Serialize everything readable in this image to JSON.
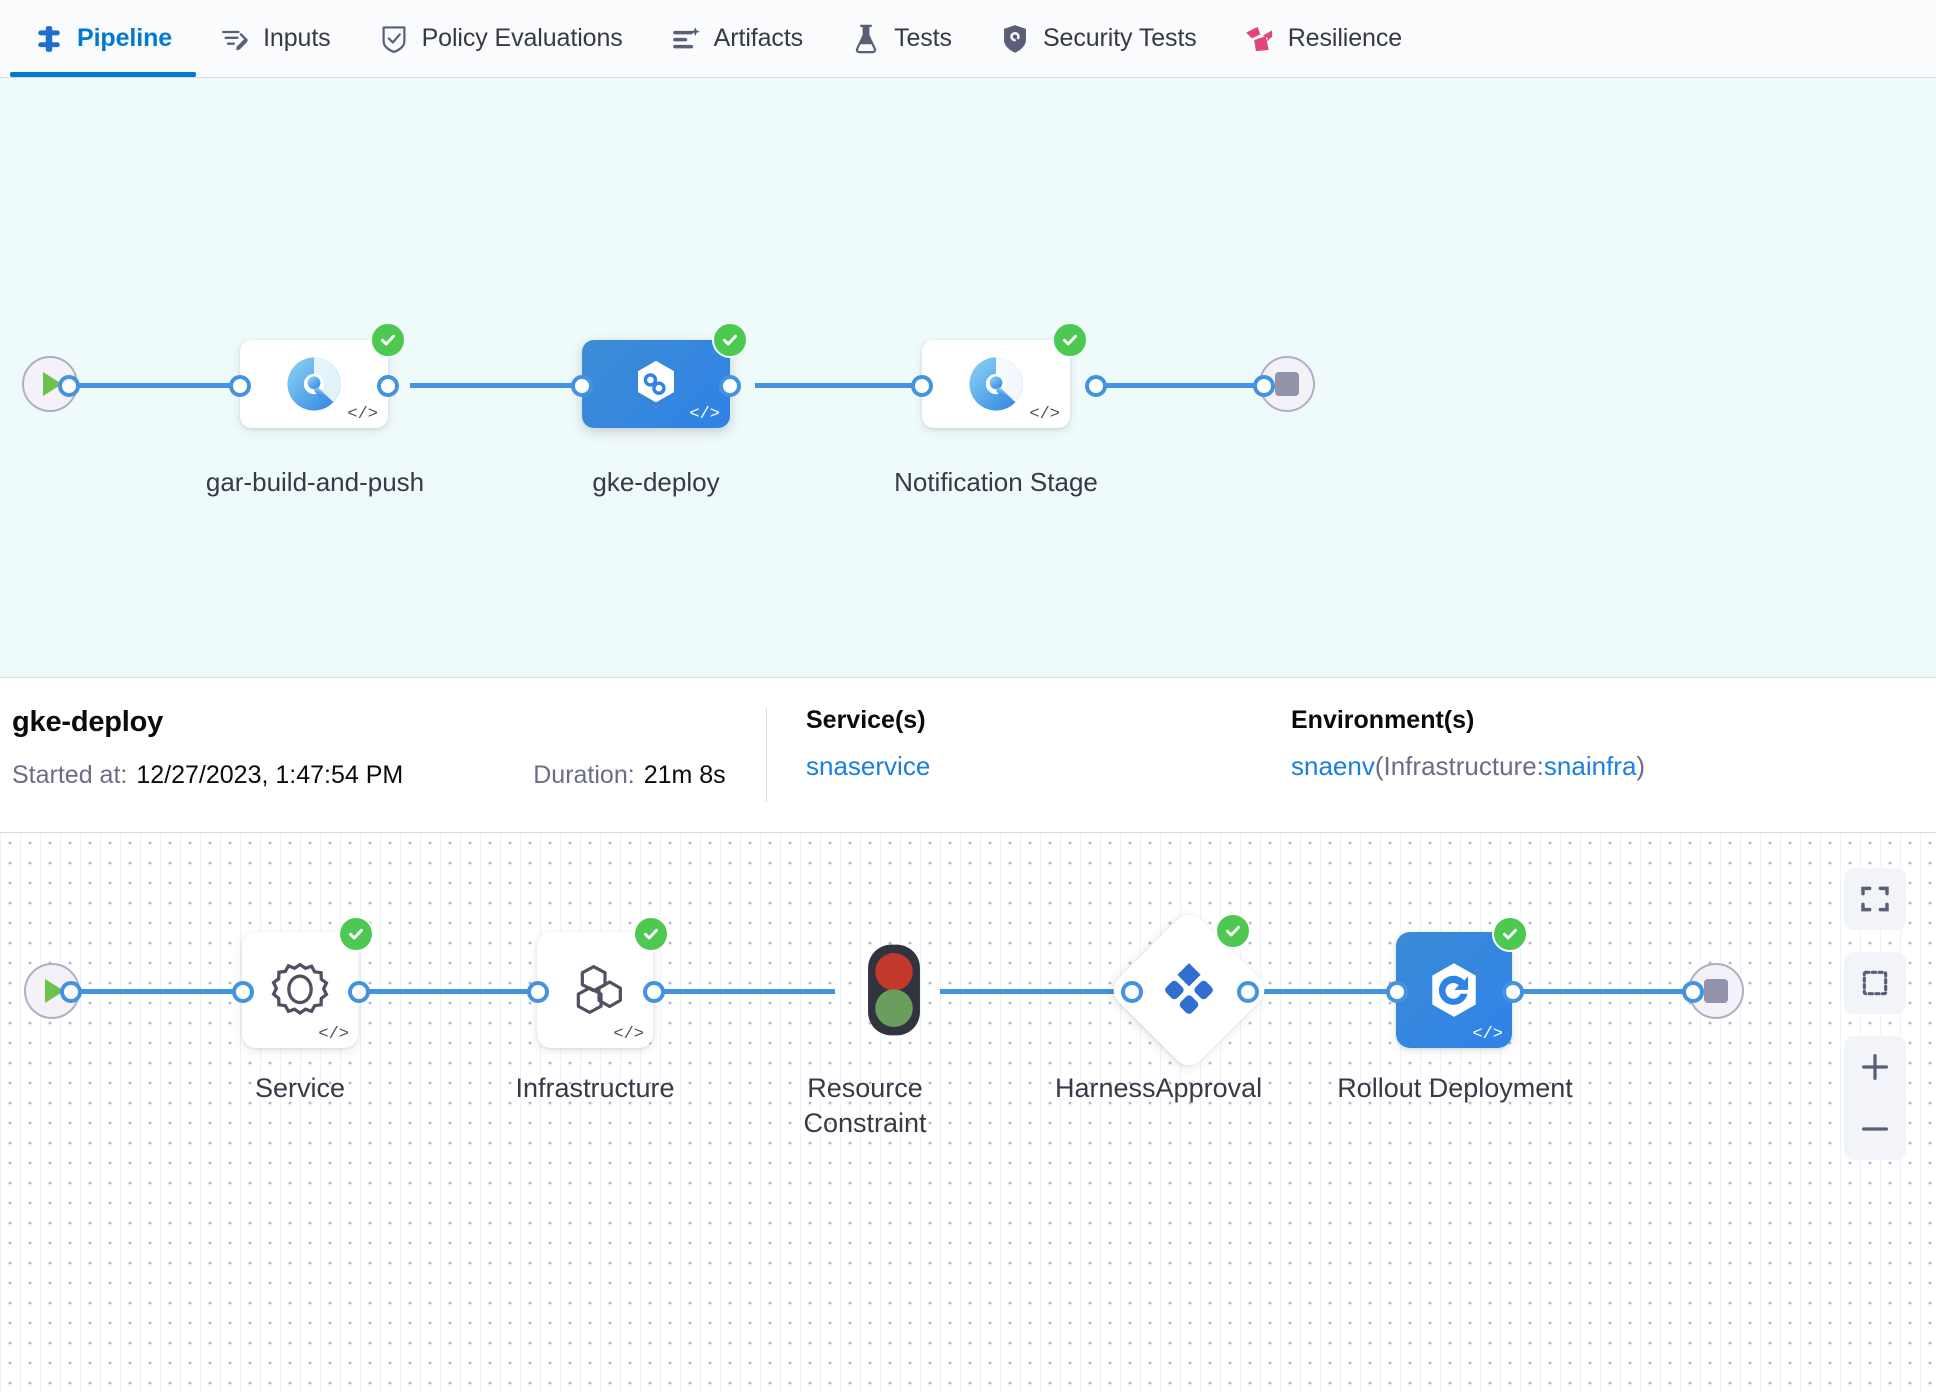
{
  "tabs": [
    {
      "label": "Pipeline",
      "icon": "pipeline-icon",
      "active": true
    },
    {
      "label": "Inputs",
      "icon": "inputs-icon",
      "active": false
    },
    {
      "label": "Policy Evaluations",
      "icon": "policy-shield-check-icon",
      "active": false
    },
    {
      "label": "Artifacts",
      "icon": "artifacts-icon",
      "active": false
    },
    {
      "label": "Tests",
      "icon": "flask-icon",
      "active": false
    },
    {
      "label": "Security Tests",
      "icon": "security-shield-icon",
      "active": false
    },
    {
      "label": "Resilience",
      "icon": "resilience-icon",
      "active": false
    }
  ],
  "pipeline": {
    "start_icon": "play-icon",
    "end_icon": "stop-icon",
    "stages": [
      {
        "label": "gar-build-and-push",
        "icon": "harness-ci-build-icon",
        "status": "success",
        "selected": false,
        "code_tag": "</>"
      },
      {
        "label": "gke-deploy",
        "icon": "harness-cd-deploy-icon",
        "status": "success",
        "selected": true,
        "code_tag": "</>"
      },
      {
        "label": "Notification Stage",
        "icon": "harness-ci-build-icon",
        "status": "success",
        "selected": false,
        "code_tag": "</>"
      }
    ]
  },
  "details": {
    "title": "gke-deploy",
    "started_label": "Started at:",
    "started_value": "12/27/2023, 1:47:54 PM",
    "duration_label": "Duration:",
    "duration_value": "21m 8s",
    "service_header": "Service(s)",
    "service_value": "snaservice",
    "environment_header": "Environment(s)",
    "environment_env": "snaenv",
    "environment_infra_prefix": "(Infrastructure:",
    "environment_infra": "snainfra",
    "environment_infra_suffix": ")"
  },
  "steps": {
    "start_icon": "play-icon",
    "end_icon": "stop-icon",
    "items": [
      {
        "label": "Service",
        "icon": "gear-icon",
        "status": "success",
        "shape": "card",
        "code_tag": "</>"
      },
      {
        "label": "Infrastructure",
        "icon": "hexagons-icon",
        "status": "success",
        "shape": "card",
        "code_tag": "</>"
      },
      {
        "label": "Resource Constraint",
        "icon": "traffic-light-icon",
        "status": "none",
        "shape": "bare",
        "code_tag": ""
      },
      {
        "label": "HarnessApproval",
        "icon": "approval-diamond-icon",
        "status": "success",
        "shape": "diamond",
        "code_tag": ""
      },
      {
        "label": "Rollout Deployment",
        "icon": "rollout-deployment-icon",
        "status": "success",
        "shape": "card-blue",
        "code_tag": "</>"
      }
    ]
  },
  "canvas_controls": [
    {
      "name": "fit-to-screen-button",
      "icon": "expand-corners-icon"
    },
    {
      "name": "select-area-button",
      "icon": "dashed-square-icon"
    },
    {
      "name": "zoom-in-button",
      "icon": "plus-icon",
      "label": "+"
    },
    {
      "name": "zoom-out-button",
      "icon": "minus-icon",
      "label": "−"
    }
  ],
  "colors": {
    "accent": "#0278d5",
    "success": "#4dc952",
    "wire": "#4393e0",
    "selected_stage": "#2f82e6",
    "link": "#1b7fe0",
    "top_canvas_bg": "#effafb"
  }
}
